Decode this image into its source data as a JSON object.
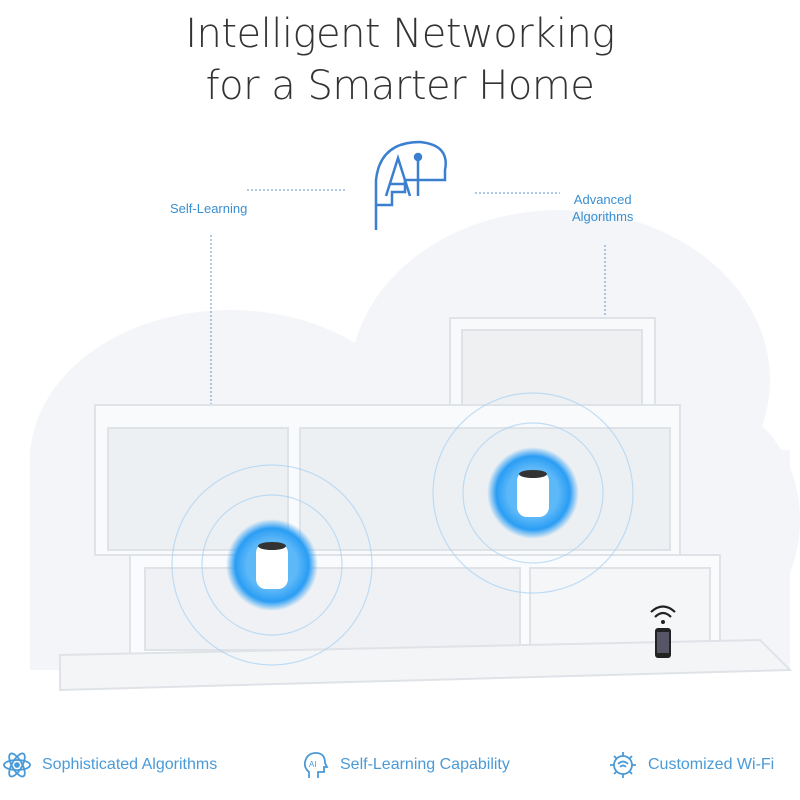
{
  "heading": {
    "line1": "Intelligent Networking",
    "line2": "for a Smarter Home"
  },
  "callouts": {
    "left": "Self-Learning",
    "right_line1": "Advanced",
    "right_line2": "Algorithms"
  },
  "features": [
    {
      "icon": "atom-icon",
      "label": "Sophisticated Algorithms"
    },
    {
      "icon": "ai-head-icon",
      "label": "Self-Learning Capability"
    },
    {
      "icon": "gear-wifi-icon",
      "label": "Customized Wi-Fi"
    }
  ],
  "colors": {
    "accent": "#3a8fd0",
    "halo": "#2a9df4",
    "title": "#333333"
  }
}
